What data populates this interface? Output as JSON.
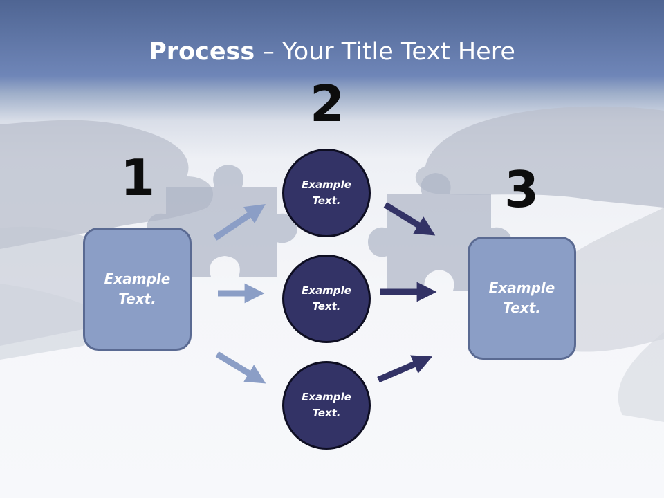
{
  "title": {
    "bold": "Process",
    "rest": " – Your Title Text Here"
  },
  "steps": {
    "one": {
      "number": "1",
      "label": "Example Text."
    },
    "two": {
      "number": "2",
      "labels": [
        "Example Text.",
        "Example Text.",
        "Example Text."
      ]
    },
    "three": {
      "number": "3",
      "label": "Example Text."
    }
  },
  "colors": {
    "box_fill": "#8b9ec6",
    "circle_fill": "#333366",
    "arrow_light": "#8b9ec6",
    "arrow_dark": "#333366"
  },
  "icons": [
    "puzzle-piece-icon",
    "hand-icon",
    "arrow-icon"
  ]
}
